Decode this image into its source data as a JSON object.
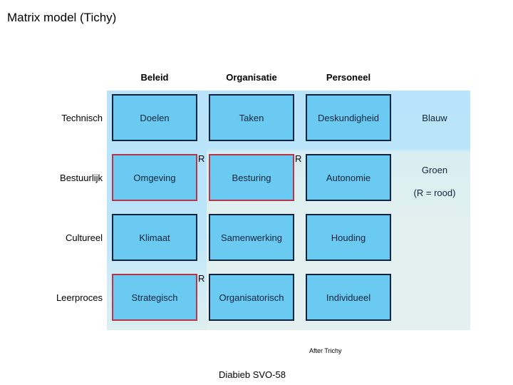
{
  "slide": {
    "title": "Matrix model (Tichy)"
  },
  "matrix": {
    "column_headers": [
      {
        "id": "beleid",
        "label": "Beleid"
      },
      {
        "id": "organisatie",
        "label": "Organisatie"
      },
      {
        "id": "personeel",
        "label": "Personeel"
      }
    ],
    "row_labels": [
      {
        "id": "technisch",
        "label": "Technisch"
      },
      {
        "id": "bestuurlijk",
        "label": "Bestuurlijk"
      },
      {
        "id": "cultureel",
        "label": "Cultureel"
      },
      {
        "id": "leerproces",
        "label": "Leerproces"
      }
    ],
    "cells": [
      {
        "id": "doelen",
        "label": "Doelen",
        "row": "technisch",
        "column": "beleid",
        "border": "black",
        "marker": ""
      },
      {
        "id": "taken",
        "label": "Taken",
        "row": "technisch",
        "column": "organisatie",
        "border": "black",
        "marker": ""
      },
      {
        "id": "deskundigheid",
        "label": "Deskundigheid",
        "row": "technisch",
        "column": "personeel",
        "border": "black",
        "marker": ""
      },
      {
        "id": "omgeving",
        "label": "Omgeving",
        "row": "bestuurlijk",
        "column": "beleid",
        "border": "red",
        "marker": "R"
      },
      {
        "id": "besturing",
        "label": "Besturing",
        "row": "bestuurlijk",
        "column": "organisatie",
        "border": "red",
        "marker": "R"
      },
      {
        "id": "autonomie",
        "label": "Autonomie",
        "row": "bestuurlijk",
        "column": "personeel",
        "border": "black",
        "marker": ""
      },
      {
        "id": "klimaat",
        "label": "Klimaat",
        "row": "cultureel",
        "column": "beleid",
        "border": "black",
        "marker": ""
      },
      {
        "id": "samenwerking",
        "label": "Samenwerking",
        "row": "cultureel",
        "column": "organisatie",
        "border": "black",
        "marker": ""
      },
      {
        "id": "houding",
        "label": "Houding",
        "row": "cultureel",
        "column": "personeel",
        "border": "black",
        "marker": ""
      },
      {
        "id": "strategisch",
        "label": "Strategisch",
        "row": "leerproces",
        "column": "beleid",
        "border": "red",
        "marker": "R"
      },
      {
        "id": "organisatorisch",
        "label": "Organisatorisch",
        "row": "leerproces",
        "column": "organisatie",
        "border": "black",
        "marker": ""
      },
      {
        "id": "individueel",
        "label": "Individueel",
        "row": "leerproces",
        "column": "personeel",
        "border": "black",
        "marker": ""
      }
    ],
    "markers": {
      "omgeving": "R",
      "besturing": "R",
      "strategisch": "R"
    }
  },
  "legend": {
    "blauw": "Blauw",
    "groen": "Groen",
    "rood_note": "(R = rood)"
  },
  "footer": {
    "attribution": "After Trichy",
    "source": "Diabieb SVO-58"
  },
  "colors": {
    "cell_fill": "#6BCAF2",
    "cell_border_black": "#11243F",
    "cell_border_red": "#B5374A",
    "panel_top": "#B9E3FA",
    "panel_bottom": "#E3F0EF",
    "text": "#000000",
    "cell_text": "#10243C",
    "background": "#FFFFFF"
  }
}
